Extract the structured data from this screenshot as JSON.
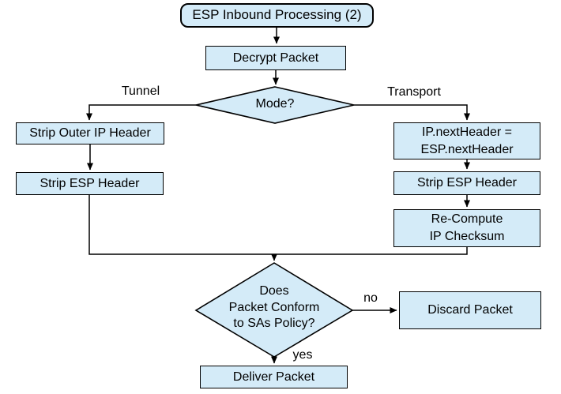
{
  "diagram": {
    "title": "ESP Inbound Processing (2)",
    "nodes": {
      "start": "ESP Inbound Processing (2)",
      "decrypt": "Decrypt Packet",
      "mode": "Mode?",
      "strip_outer": "Strip Outer IP Header",
      "strip_esp_left": "Strip ESP Header",
      "next_header": "IP.nextHeader =\nESP.nextHeader",
      "strip_esp_right": "Strip ESP Header",
      "recompute": "Re-Compute\nIP Checksum",
      "policy": "Does\nPacket Conform\nto SAs Policy?",
      "discard": "Discard Packet",
      "deliver": "Deliver Packet"
    },
    "edge_labels": {
      "tunnel": "Tunnel",
      "transport": "Transport",
      "no": "no",
      "yes": "yes"
    },
    "colors": {
      "node_fill": "#d4ebf8",
      "node_border": "#000000",
      "line": "#000000",
      "background": "#ffffff"
    }
  }
}
